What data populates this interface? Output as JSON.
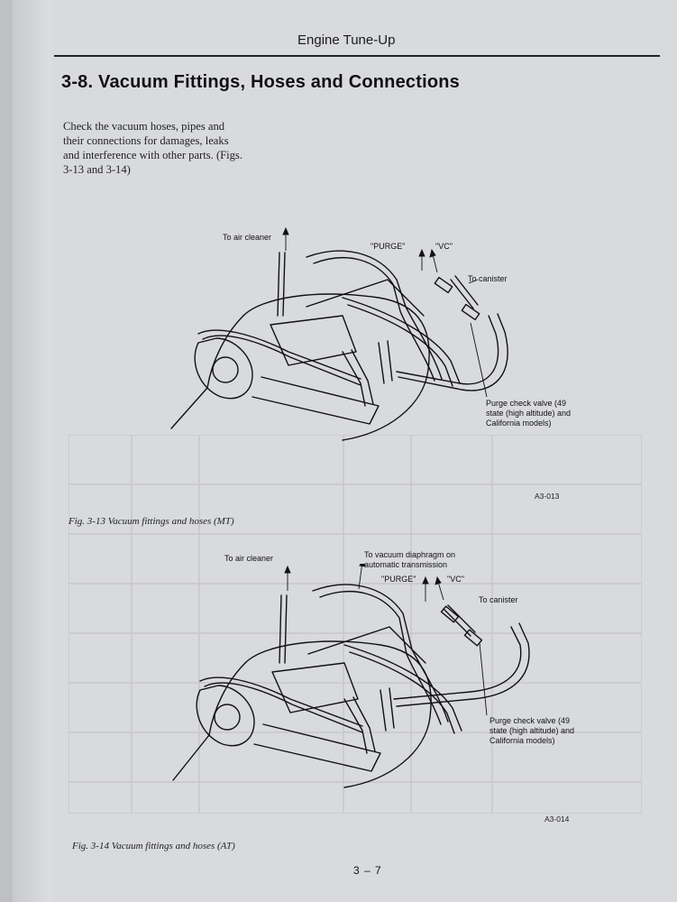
{
  "header": {
    "running_title": "Engine Tune-Up"
  },
  "section": {
    "title": "3-8. Vacuum Fittings, Hoses and Connections"
  },
  "intro": {
    "text": "Check the vacuum hoses, pipes and their connections for damages, leaks and interference with other parts. (Figs. 3-13 and 3-14)"
  },
  "figure1": {
    "labels": {
      "air_cleaner": "To air cleaner",
      "purge": "\"PURGE\"",
      "vc": "\"VC\"",
      "canister": "To canister",
      "check_valve": "Purge check valve (49 state (high altitude) and California models)"
    },
    "code": "A3-013",
    "caption": "Fig. 3-13  Vacuum fittings and hoses (MT)"
  },
  "figure2": {
    "labels": {
      "air_cleaner": "To air cleaner",
      "diaphragm": "To vacuum diaphragm on automatic transmission",
      "purge": "\"PURGE\"",
      "vc": "\"VC\"",
      "canister": "To canister",
      "check_valve": "Purge check valve (49 state (high altitude) and California models)"
    },
    "code": "A3-014",
    "caption": "Fig. 3-14  Vacuum fittings and hoses (AT)"
  },
  "footer": {
    "page_number": "3 – 7"
  }
}
